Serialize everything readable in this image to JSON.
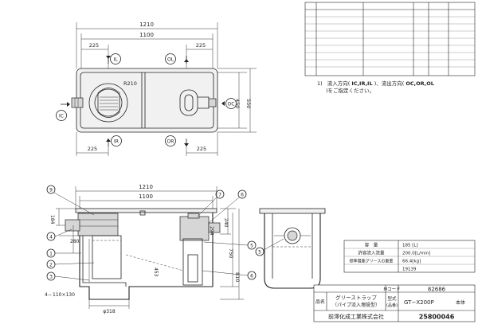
{
  "plan": {
    "dims": {
      "overall": "1210",
      "inner": "1100",
      "left_top": "225",
      "right_top": "225",
      "left_bottom": "225",
      "right_bottom": "225",
      "depth_inner": "450",
      "depth_outer": "550",
      "radius": "R210"
    },
    "inlets": {
      "ic": "IC",
      "il": "IL",
      "ir": "IR",
      "oc": "OC",
      "ol": "OL",
      "or": "OR"
    }
  },
  "section": {
    "dims": {
      "overall": "1210",
      "inner": "1100",
      "h750": "750",
      "h810": "810",
      "h240": "240",
      "d280": "280",
      "d184": "184",
      "d294": "294",
      "base_w": "110×130",
      "base_d": "φ318",
      "base_label": "4−",
      "h453": "453"
    },
    "callouts": [
      "9",
      "4",
      "1",
      "2",
      "3",
      "7",
      "6",
      "5",
      "6"
    ]
  },
  "elevation": {
    "callouts": [
      "5"
    ]
  },
  "note": {
    "number": "1)",
    "pre": "流入方向(",
    "in_codes": "IC,IR,IL",
    "mid": ")、流出方向(",
    "out_codes": "OC,OR,OL",
    "post": ")をご指定ください。"
  },
  "specs": {
    "capacity_label": "容　量",
    "capacity_value": "185 [L]",
    "flow_label": "許容流入流量",
    "flow_value": "200.0[L/min]",
    "grease_label": "標準阻集グリースの重量",
    "grease_value": "66.4[kg]",
    "number_value": "19139"
  },
  "title_block": {
    "mcode_label": "Mコード",
    "mcode_value": "82686",
    "name_label": "品名",
    "name_line1": "グリーストラップ",
    "name_line2": "（パイプ流入埋設型）",
    "model_label1": "型式",
    "model_label2": "(品番)",
    "model_value": "GT−X200P",
    "model_suffix": "本体",
    "company": "前澤化成工業株式会社",
    "drawing_no": "25800046"
  }
}
